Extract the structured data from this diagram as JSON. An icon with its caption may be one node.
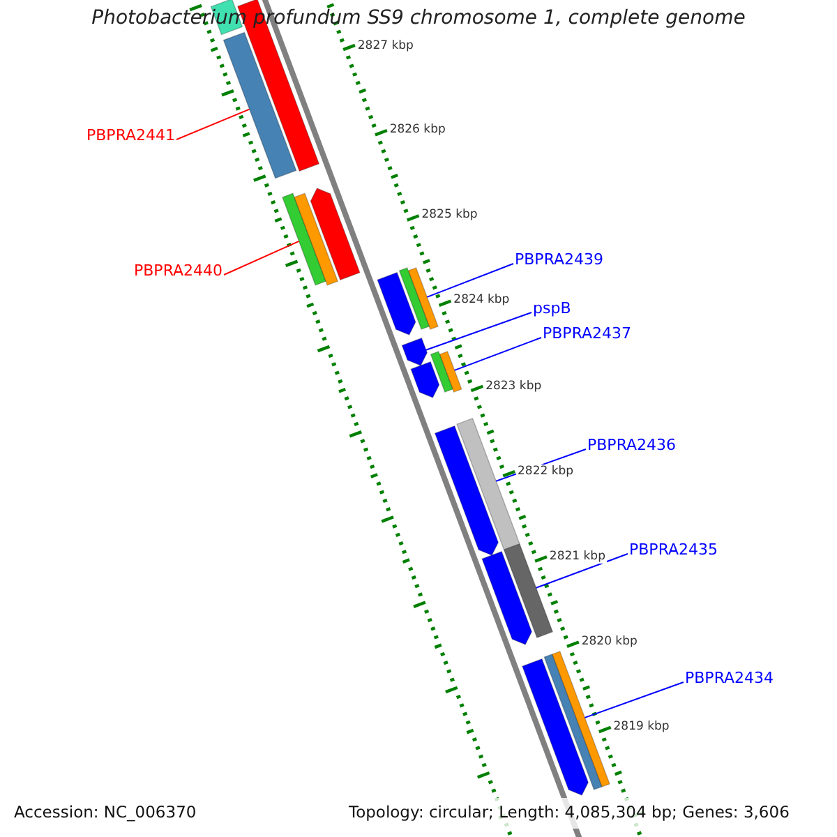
{
  "diagram": {
    "title": "Photobacterium profundum SS9 chromosome 1, complete genome",
    "nodes": [
      {
        "text": [
          "PBPRA2441"
        ]
      },
      {
        "text": [],
        "shape": "bar"
      },
      {
        "text": [
          "PBPRA2440"
        ]
      },
      {
        "text": [],
        "shape": "bar"
      },
      {
        "text": [
          "PBPRA2439"
        ]
      },
      {
        "text": [],
        "shape": "bar"
      },
      {
        "text": [
          "pspB"
        ]
      },
      {
        "text": [],
        "shape": "arrow"
      },
      {
        "text": [
          "PBPRA2437"
        ]
      },
      {
        "text": [],
        "shape": "bar"
      },
      {
        "text": [
          "PBPRA2436"
        ]
      },
      {
        "text": [],
        "shape": "bar"
      },
      {
        "text": [
          "PBPRA2435"
        ]
      },
      {
        "text": [],
        "shape": "bar"
      },
      {
        "text": [
          "PBPRA2434"
        ]
      },
      {
        "text": [],
        "shape": "bar"
      },
      {
        "text": [],
        "shape": "bar"
      },
      {
        "text": [],
        "shape": "bar"
      },
      {
        "text": [],
        "shape": "bar"
      },
      {
        "text": [],
        "shape": "arrow"
      },
      {
        "text": [],
        "shape": "arrow"
      },
      {
        "text": [],
        "shape": "bar"
      },
      {
        "text": [],
        "shape": "arrow"
      },
      {
        "text": [],
        "shape": "bar"
      },
      {
        "text": [],
        "shape": "arrow"
      },
      {
        "text": [],
        "shape": "arrow"
      },
      {
        "text": [],
        "shape": "arrow"
      },
      {
        "text": [],
        "shape": "bar"
      }
    ],
    "edges": [
      {
        "from": 0,
        "to": 1,
        "arrow": "none",
        "color": "#ff0000"
      },
      {
        "from": 2,
        "to": 3,
        "arrow": "none",
        "color": "#ff0000"
      },
      {
        "from": 4,
        "to": 5,
        "arrow": "none"
      },
      {
        "from": 6,
        "to": 7,
        "arrow": "none"
      },
      {
        "from": 8,
        "to": 9,
        "arrow": "none"
      },
      {
        "from": 10,
        "to": 11,
        "arrow": "none"
      },
      {
        "from": 12,
        "to": 13,
        "arrow": "none"
      },
      {
        "from": 14,
        "to": 15,
        "arrow": "none"
      }
    ],
    "labels": [
      "2827 kbp",
      "2826 kbp",
      "2825 kbp",
      "2824 kbp",
      "2823 kbp",
      "2822 kbp",
      "2821 kbp",
      "2820 kbp",
      "2819 kbp",
      "Accession: NC_006370",
      "Topology: circular; Length: 4,085,304 bp; Genes: 3,606"
    ]
  }
}
